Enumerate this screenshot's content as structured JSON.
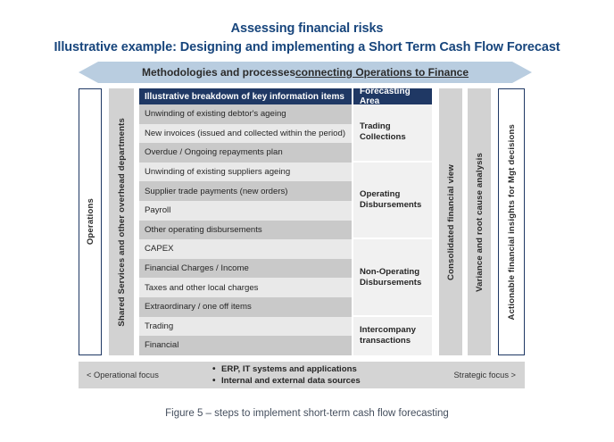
{
  "title": {
    "line1": "Assessing financial risks",
    "line2": "Illustrative example: Designing and implementing a Short Term Cash Flow Forecast",
    "color": "#17457c"
  },
  "banner": {
    "text_plain": "Methodologies and processes ",
    "text_underlined": "connecting Operations to Finance",
    "full_text": "Methodologies and processes connecting Operations to Finance",
    "background": "#b9cde0"
  },
  "left_columns": [
    {
      "label": "Operations",
      "style": "outlined"
    },
    {
      "label": "Shared Services and other overhead departments",
      "style": "filled"
    }
  ],
  "right_columns": [
    {
      "label": "Consolidated financial view",
      "style": "filled"
    },
    {
      "label": "Variance and root cause analysis",
      "style": "filled"
    },
    {
      "label": "Actionable financial insights for Mgt decisions",
      "style": "outlined"
    }
  ],
  "table": {
    "headers": {
      "items": "Illustrative breakdown of key information items",
      "area": "Forecasting Area"
    },
    "header_background": "#1f3864",
    "rows": [
      "Unwinding of existing debtor's ageing",
      "New invoices (issued and collected within the period)",
      "Overdue / Ongoing repayments plan",
      "Unwinding of existing suppliers ageing",
      "Supplier trade payments (new orders)",
      "Payroll",
      "Other operating disbursements",
      "CAPEX",
      "Financial Charges / Income",
      "Taxes and other local charges",
      "Extraordinary / one off items",
      "Trading",
      "Financial"
    ],
    "areas": [
      {
        "label": "Trading Collections",
        "span": 3
      },
      {
        "label": "Operating Disbursements",
        "span": 4
      },
      {
        "label": "Non-Operating Disbursements",
        "span": 4
      },
      {
        "label": "Intercompany transactions",
        "span": 2
      }
    ]
  },
  "bottom_bar": {
    "left_label": "< Operational focus",
    "right_label": "Strategic focus  >",
    "bullets": [
      "ERP, IT systems and applications",
      "Internal and external data sources"
    ],
    "background": "#d4d4d4"
  },
  "caption": "Figure 5 – steps to implement short-term cash flow forecasting"
}
